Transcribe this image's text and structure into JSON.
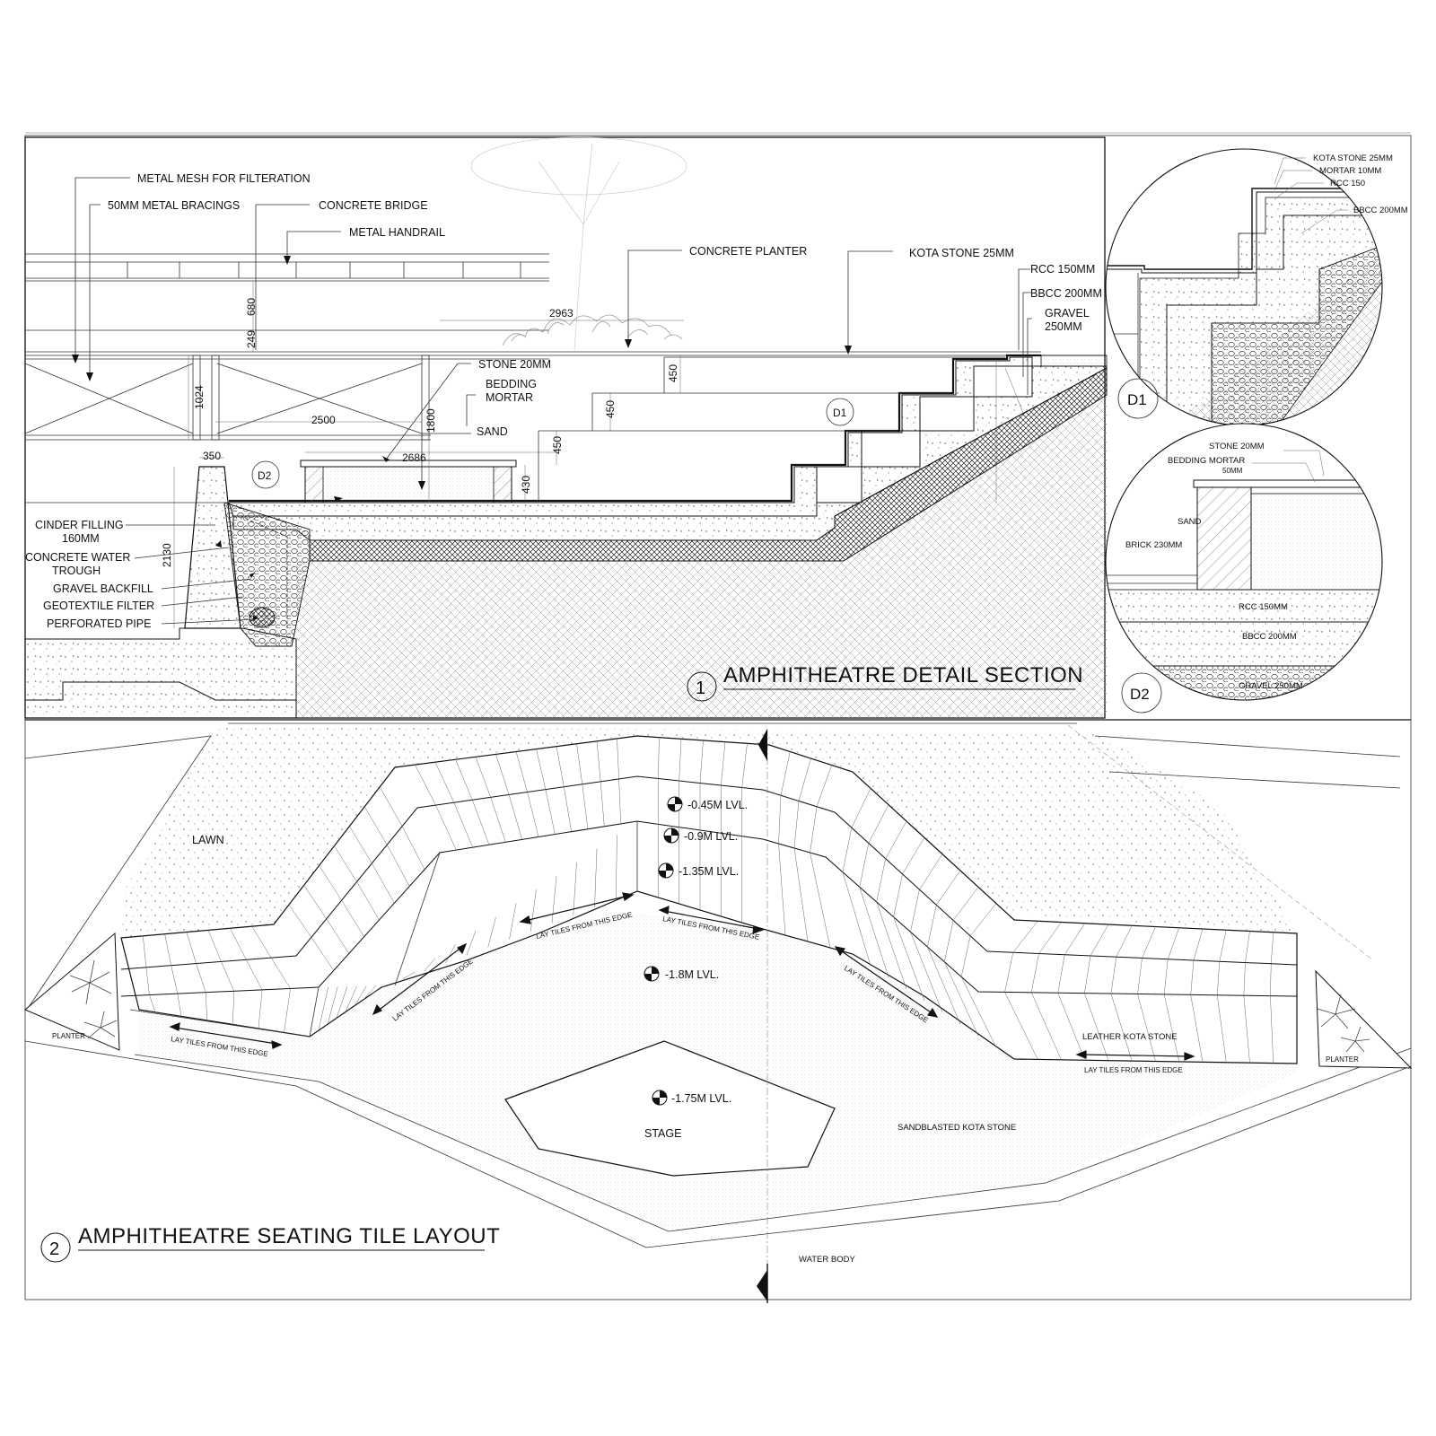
{
  "section": {
    "title": "AMPHITHEATRE  DETAIL SECTION",
    "number": "1",
    "labels": {
      "metal_mesh": "METAL MESH FOR FILTERATION",
      "metal_bracings": "50MM METAL BRACINGS",
      "concrete_bridge": "CONCRETE BRIDGE",
      "metal_handrail": "METAL HANDRAIL",
      "concrete_planter": "CONCRETE PLANTER",
      "kota_stone": "KOTA STONE 25MM",
      "rcc": "RCC 150MM",
      "bbcc": "BBCC 200MM",
      "gravel_1": "GRAVEL",
      "gravel_2": "250MM",
      "stone": "STONE 20MM",
      "bedding_1": "BEDDING",
      "bedding_2": "MORTAR",
      "sand": "SAND",
      "cinder_1": "CINDER FILLING",
      "cinder_2": "160MM",
      "trough_1": "CONCRETE WATER",
      "trough_2": "TROUGH",
      "gravel_backfill": "GRAVEL BACKFILL",
      "geotextile": "GEOTEXTILE FILTER",
      "perforated_pipe": "PERFORATED PIPE"
    },
    "dims": {
      "d680": "680",
      "d249": "249",
      "d2963": "2963",
      "d1024": "1024",
      "d2500": "2500",
      "d1800": "1800",
      "d2686": "2686",
      "d350": "350",
      "d2130": "2130",
      "d450a": "450",
      "d450b": "450",
      "d450c": "450",
      "d430": "430"
    },
    "callouts": {
      "d1": "D1",
      "d2": "D2"
    }
  },
  "detail_d1": {
    "tag": "D1",
    "labels": {
      "kota": "KOTA STONE 25MM",
      "mortar": "MORTAR 10MM",
      "rcc": "RCC 150",
      "bbcc": "BBCC 200MM"
    }
  },
  "detail_d2": {
    "tag": "D2",
    "labels": {
      "stone": "STONE 20MM",
      "bedding": "BEDDING MORTAR",
      "bedding_2": "50MM",
      "sand": "SAND",
      "brick": "BRICK 230MM",
      "rcc": "RCC 150MM",
      "bbcc": "BBCC 200MM",
      "gravel": "GRAVEL 250MM"
    }
  },
  "plan": {
    "title": "AMPHITHEATRE SEATING TILE LAYOUT",
    "number": "2",
    "labels": {
      "lawn": "LAWN",
      "planter_left": "PLANTER",
      "planter_right": "PLANTER",
      "lvl_045": "-0.45M LVL.",
      "lvl_09": "-0.9M LVL.",
      "lvl_135": "-1.35M LVL.",
      "lvl_18": "-1.8M LVL.",
      "lvl_175": "-1.75M LVL.",
      "stage": "STAGE",
      "leather_kota": "LEATHER KOTA STONE",
      "sandblasted": "SANDBLASTED KOTA STONE",
      "water_body": "WATER BODY",
      "lay_1": "LAY TILES FROM THIS EDGE",
      "lay_2": "LAY TILES FROM THIS EDGE",
      "lay_3": "LAY TILES FROM THIS EDGE",
      "lay_4": "LAY TILES FROM THIS EDGE",
      "lay_5": "LAY TILES FROM THIS EDGE",
      "lay_6": "LAY TILES FROM THIS EDGE"
    }
  }
}
